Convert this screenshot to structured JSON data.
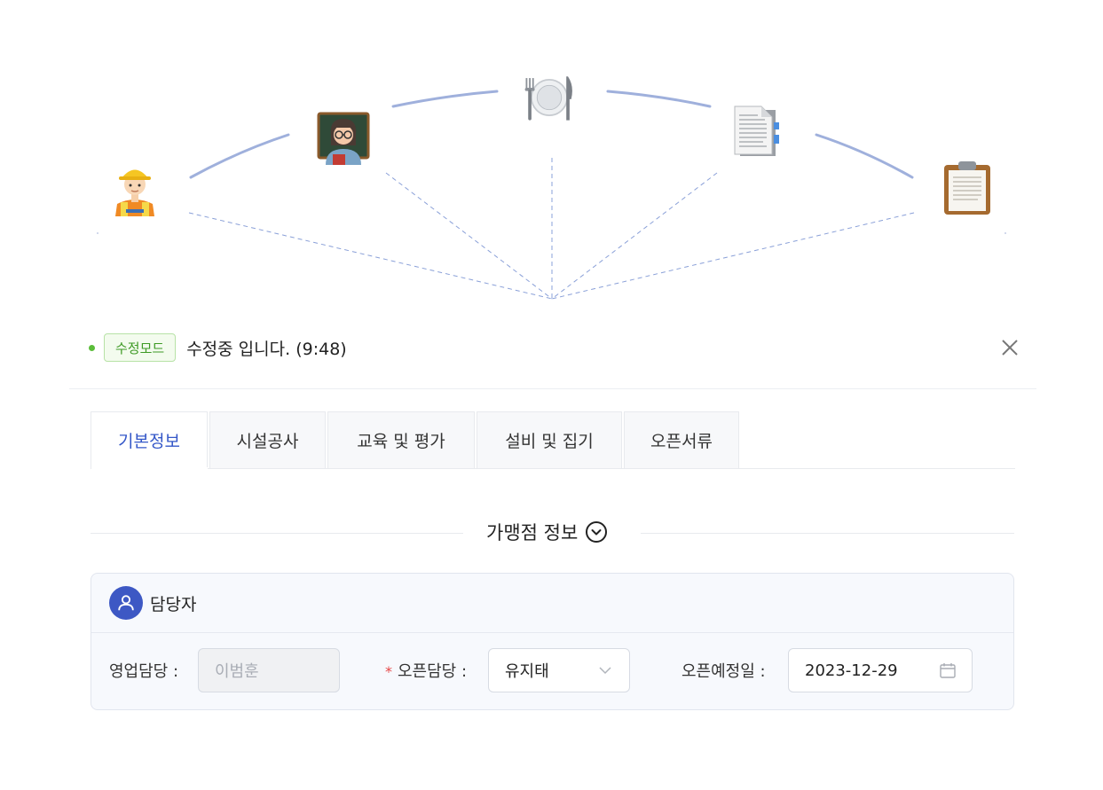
{
  "status": {
    "badge": "수정모드",
    "message": "수정중 입니다. (9:48)",
    "dot_color": "#5bbd3a"
  },
  "tabs": [
    {
      "label": "기본정보",
      "active": true
    },
    {
      "label": "시설공사",
      "active": false
    },
    {
      "label": "교육 및 평가",
      "active": false
    },
    {
      "label": "설비 및 집기",
      "active": false
    },
    {
      "label": "오픈서류",
      "active": false
    }
  ],
  "section": {
    "title": "가맹점 정보"
  },
  "card": {
    "title": "담당자",
    "sales_label": "영업담당 :",
    "sales_value": "이범훈",
    "open_manager_required": "*",
    "open_manager_label": "오픈담당 :",
    "open_manager_value": "유지태",
    "open_date_label": "오픈예정일 :",
    "open_date_value": "2023-12-29"
  },
  "icons": {
    "progress": [
      "construction-worker-icon",
      "teacher-icon",
      "dining-icon",
      "documents-icon",
      "clipboard-icon"
    ],
    "close": "close-icon",
    "toggle": "chevron-down-circle-icon",
    "person": "person-icon",
    "dropdown": "chevron-down-icon",
    "calendar": "calendar-icon"
  },
  "colors": {
    "accent": "#3457c8",
    "arc": "#9fb0dc",
    "badge_green": "#3e9a25",
    "required": "#e64848"
  }
}
